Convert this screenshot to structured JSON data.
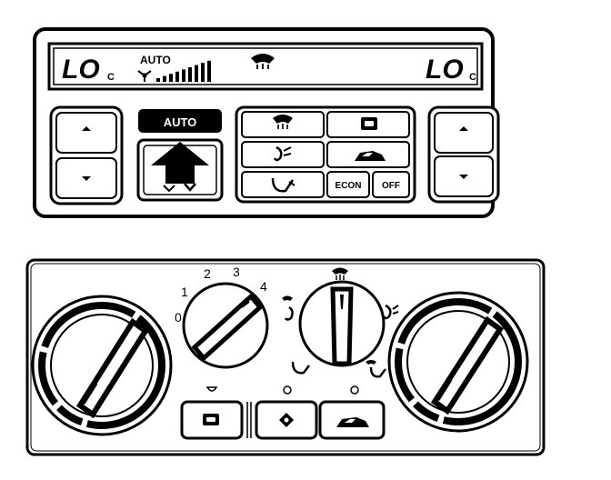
{
  "top_panel": {
    "display": {
      "left_temp": "LO",
      "left_unit": "C",
      "mode": "AUTO",
      "right_temp": "LO",
      "right_unit": "C",
      "fan_bars": 9
    },
    "buttons": {
      "auto": "AUTO",
      "econ": "ECON",
      "off": "OFF"
    }
  },
  "bottom_panel": {
    "fan_scale": [
      "0",
      "1",
      "2",
      "3",
      "4"
    ]
  },
  "icons": {
    "defrost": "defrost-icon",
    "face_vent": "face-vent-icon",
    "foot_vent": "foot-vent-icon",
    "recirculation": "recirculation-icon",
    "fresh_air": "fresh-air-icon",
    "ac": "ac-icon"
  },
  "colors": {
    "ink": "#000000",
    "paper": "#ffffff"
  }
}
